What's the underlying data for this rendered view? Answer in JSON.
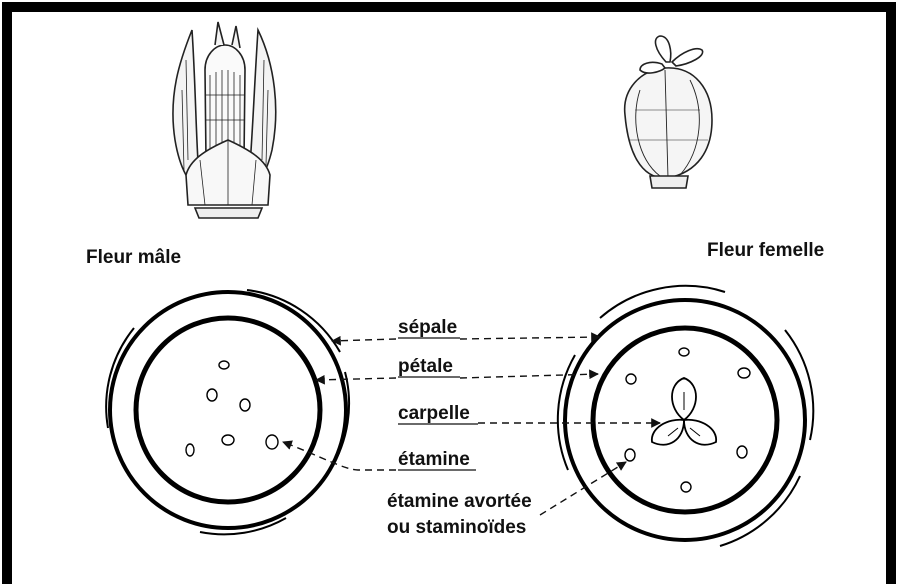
{
  "captions": {
    "male": "Fleur mâle",
    "female": "Fleur femelle"
  },
  "labels": {
    "sepal": "sépale",
    "petal": "pétale",
    "carpel": "carpelle",
    "stamen": "étamine",
    "aborted_line1": "étamine avortée",
    "aborted_line2": "ou staminoïdes"
  }
}
